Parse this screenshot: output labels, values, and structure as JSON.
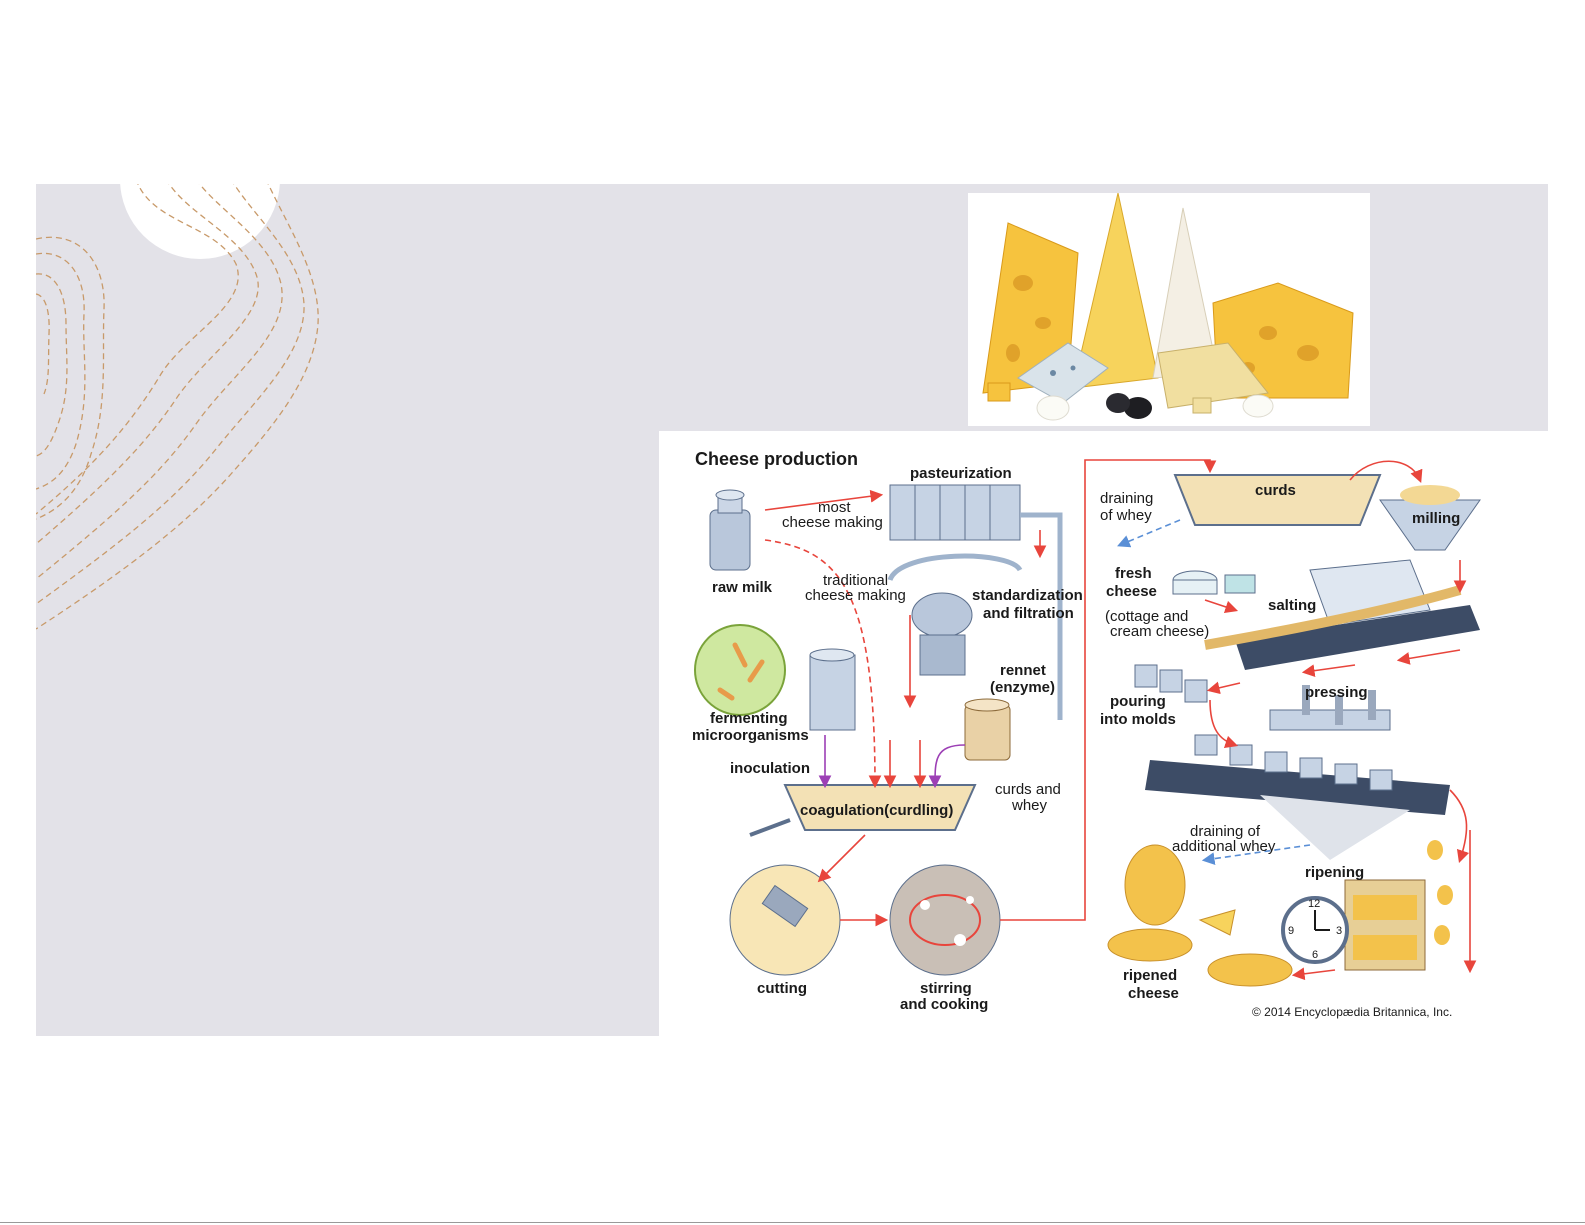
{
  "diagram": {
    "title": "Cheese production",
    "labels": {
      "pasteurization": "pasteurization",
      "most_cheese_making_1": "most",
      "most_cheese_making_2": "cheese making",
      "raw_milk": "raw milk",
      "traditional_1": "traditional",
      "traditional_2": "cheese making",
      "standardization_1": "standardization",
      "standardization_2": "and filtration",
      "rennet_1": "rennet",
      "rennet_2": "(enzyme)",
      "fermenting_1": "fermenting",
      "fermenting_2": "microorganisms",
      "inoculation": "inoculation",
      "coagulation": "coagulation(curdling)",
      "curds_whey_1": "curds and",
      "curds_whey_2": "whey",
      "cutting": "cutting",
      "stirring_1": "stirring",
      "stirring_2": "and cooking",
      "draining_whey_1": "draining",
      "draining_whey_2": "of whey",
      "curds": "curds",
      "milling": "milling",
      "fresh_cheese_1": "fresh",
      "fresh_cheese_2": "cheese",
      "cottage_1": "(cottage and",
      "cottage_2": "cream cheese)",
      "salting": "salting",
      "pouring_1": "pouring",
      "pouring_2": "into molds",
      "pressing": "pressing",
      "additional_whey_1": "draining of",
      "additional_whey_2": "additional whey",
      "ripening": "ripening",
      "ripened_1": "ripened",
      "ripened_2": "cheese",
      "clock_12": "12",
      "clock_3": "3",
      "clock_6": "6",
      "clock_9": "9",
      "copyright": "© 2014 Encyclopædia Britannica, Inc."
    }
  },
  "colors": {
    "panel": "#e3e2e8",
    "decor_dash": "#c89a6a",
    "arrow_red": "#e8453c",
    "arrow_blue": "#5a8fd6",
    "cheese": "#f3c24b",
    "steel": "#b9c7db"
  }
}
